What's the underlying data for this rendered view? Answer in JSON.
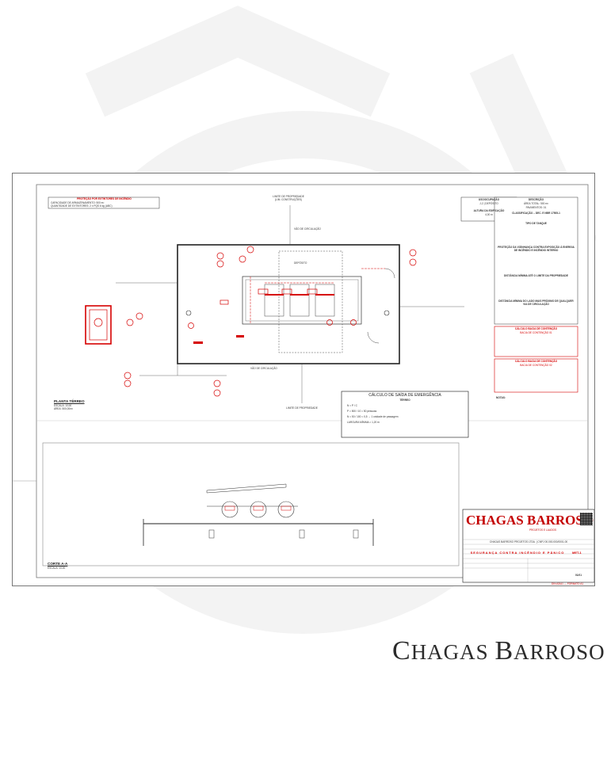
{
  "brand": {
    "name_big_c": "C",
    "name_rest_1": "HAGAS ",
    "name_big_b": "B",
    "name_rest_2": "ARROSO"
  },
  "titleblock": {
    "logo_text": "CHAGAS BARROSO",
    "logo_sub": "PROJETOS E LAUDOS",
    "line1": "CHAGAS BARROSO PROJETOS LTDA. | CNPJ 00.000.000/0001-00",
    "line2": "SEGURANÇA CONTRA INCÊNDIO E PÂNICO",
    "code": "MET-1",
    "sheet": "01/01",
    "footer_red": "DIN A3/A1 — FORMATO A1"
  },
  "plan": {
    "title": "PLANTA TÉRREO",
    "scale": "ESCALA: 1/100",
    "area": "ÁREA: 500,00m²",
    "section_title": "CORTE A-A",
    "section_scale": "ESCALA: 1/100",
    "limit_label": "LIMITE DE PROPRIEDADE",
    "limit_label2": "(LIM. CONSTRUÇÕES)",
    "circulation": "VÃO DE CIRCULAÇÃO",
    "depot": "DEPÓSITO"
  },
  "calc": {
    "title": "CÁLCULO DE SAÍDA DE EMERGÊNCIA",
    "subtitle": "TÉRREO",
    "line1": "N = P / C",
    "line2": "P = 500 / 10 = 50 pessoas",
    "line3": "N = 50 / 100 = 0,5 → 1 unidade de passagem",
    "line4": "LARGURA MÍNIMA = 1,20 m"
  },
  "legend_top": {
    "title": "PROTEÇÃO POR EXTINTORES DE INCÊNDIO",
    "row1": "CAPACIDADE DE ARMAZENAMENTO: 500 m²",
    "row2": "QUANTIDADE DE EXTINTORES: 2 x PQS 6 kg (ABC)"
  },
  "usage_box": {
    "title": "USO/OCUPAÇÃO",
    "value": "J-2 | DEPÓSITO",
    "title2": "ALTURA DA EDIFICAÇÃO",
    "value2": "4,00 m"
  },
  "right_panel": {
    "title": "DESCRIÇÃO",
    "row1": "ÁREA TOTAL: 500 m²",
    "row2": "PAVIMENTOS: 01",
    "class": "CLASSIFICAÇÃO – DEC. E NBR 17505-1",
    "t1": "TIPO DE TANQUE",
    "t2": "PROTEÇÃO DA VIZINHANÇA CONTRA EXPOSIÇÃO À ENERGIA DE INCÊNDIO E INCÊNDIO INTERNO",
    "t3": "DISTÂNCIA MÍNIMA ATÉ O LIMITE DA PROPRIEDADE",
    "t4": "DISTÂNCIA MÍNIMA DO LADO MAIS PRÓXIMO DE QUALQUER VIA DE CIRCULAÇÃO",
    "red1_title": "CÁLCULO BACIA DE CONTENÇÃO",
    "red1_sub": "BACIA DE CONTENÇÃO 01",
    "red2_title": "CÁLCULO BACIA DE CONTENÇÃO",
    "red2_sub": "BACIA DE CONTENÇÃO 02",
    "notes": "NOTAS:"
  },
  "colors": {
    "red": "#d60000",
    "line": "#333333",
    "frame": "#777777"
  }
}
